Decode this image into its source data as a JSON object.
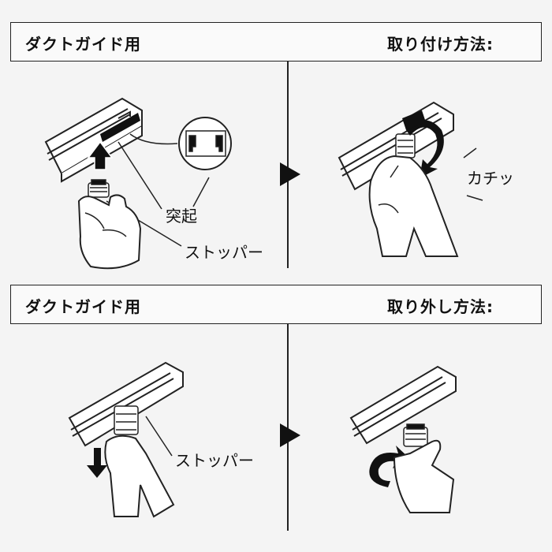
{
  "top": {
    "header_left": "ダクトガイド用",
    "header_right": "取り付け方法:",
    "callout_protrusion": "突起",
    "callout_stopper": "ストッパー",
    "sound": "カチッ"
  },
  "bottom": {
    "header_left": "ダクトガイド用",
    "header_right": "取り外し方法:",
    "callout_stopper": "ストッパー"
  }
}
